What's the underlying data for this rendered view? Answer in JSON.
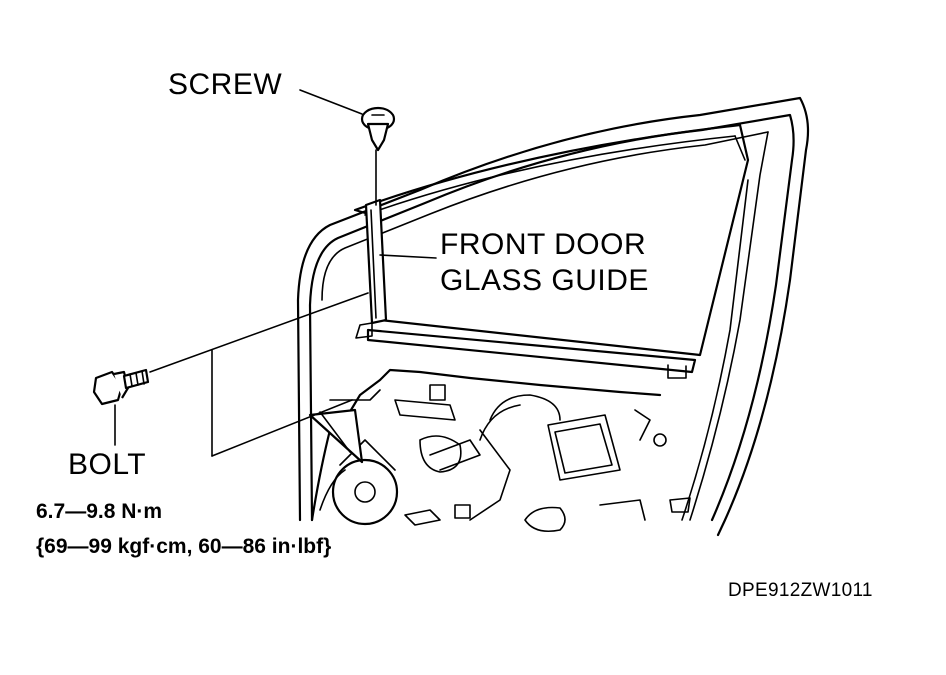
{
  "labels": {
    "screw": "SCREW",
    "guide_line1": "FRONT DOOR",
    "guide_line2": "GLASS GUIDE",
    "bolt": "BOLT",
    "torque_line1": "6.7—9.8 N·m",
    "torque_line2": "{69—99 kgf·cm, 60—86 in·lbf}",
    "figure_code": "DPE912ZW1011"
  },
  "colors": {
    "ink": "#000000",
    "paper": "#ffffff"
  }
}
